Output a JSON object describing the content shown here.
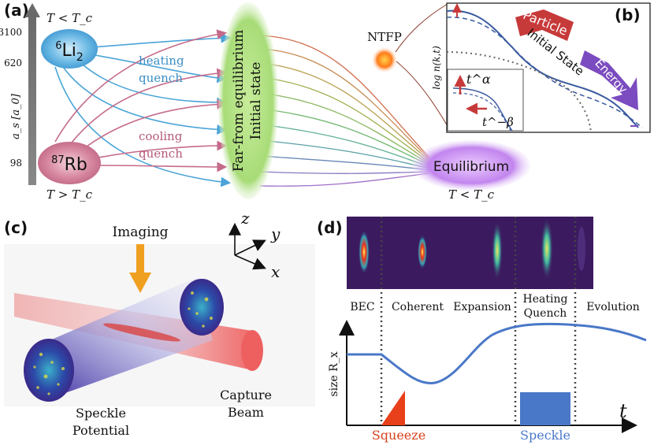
{
  "panel_a": {
    "label": "(a)",
    "top_condition": "T < T_c",
    "bottom_condition": "T > T_c",
    "species_top": "6Li2",
    "species_bottom": "87Rb",
    "axis_label": "a_s [a_0]",
    "axis_ticks": [
      "3100",
      "620",
      "98"
    ],
    "heating_label": "heating quench",
    "cooling_label": "cooling quench",
    "far_state": "Far-from equilibrium Initial state",
    "ntfp": "NTFP",
    "equilibrium": "Equilibrium",
    "eq_condition": "T < T_c"
  },
  "panel_b": {
    "label": "(b)",
    "ylabel": "log n(k,t)",
    "particle": "Particle",
    "energy": "Energy",
    "initial_state": "Initial State",
    "inset_up": "t^α",
    "inset_down": "t^−β"
  },
  "panel_c": {
    "label": "(c)",
    "imaging": "Imaging",
    "axis_z": "z",
    "axis_y": "y",
    "axis_x": "x",
    "speckle": "Speckle Potential",
    "capture": "Capture Beam"
  },
  "panel_d": {
    "label": "(d)",
    "stages": [
      "BEC",
      "Coherent",
      "Expansion",
      "Heating Quench",
      "Evolution"
    ],
    "ylabel": "size R_x",
    "xlabel": "t",
    "squeeze": "Squeeze",
    "speckle": "Speckle"
  },
  "colors": {
    "li_blue": "#4aa4d8",
    "rb_pink": "#c56a8a",
    "green": "#9fd36a",
    "purple": "#b56be3",
    "curve_blue": "#4a78c8",
    "arrow_red": "#c73a3a",
    "arrow_purple": "#7b4bc0",
    "squeeze_red": "#e8401a",
    "speckle_blue": "#4a78c8"
  }
}
